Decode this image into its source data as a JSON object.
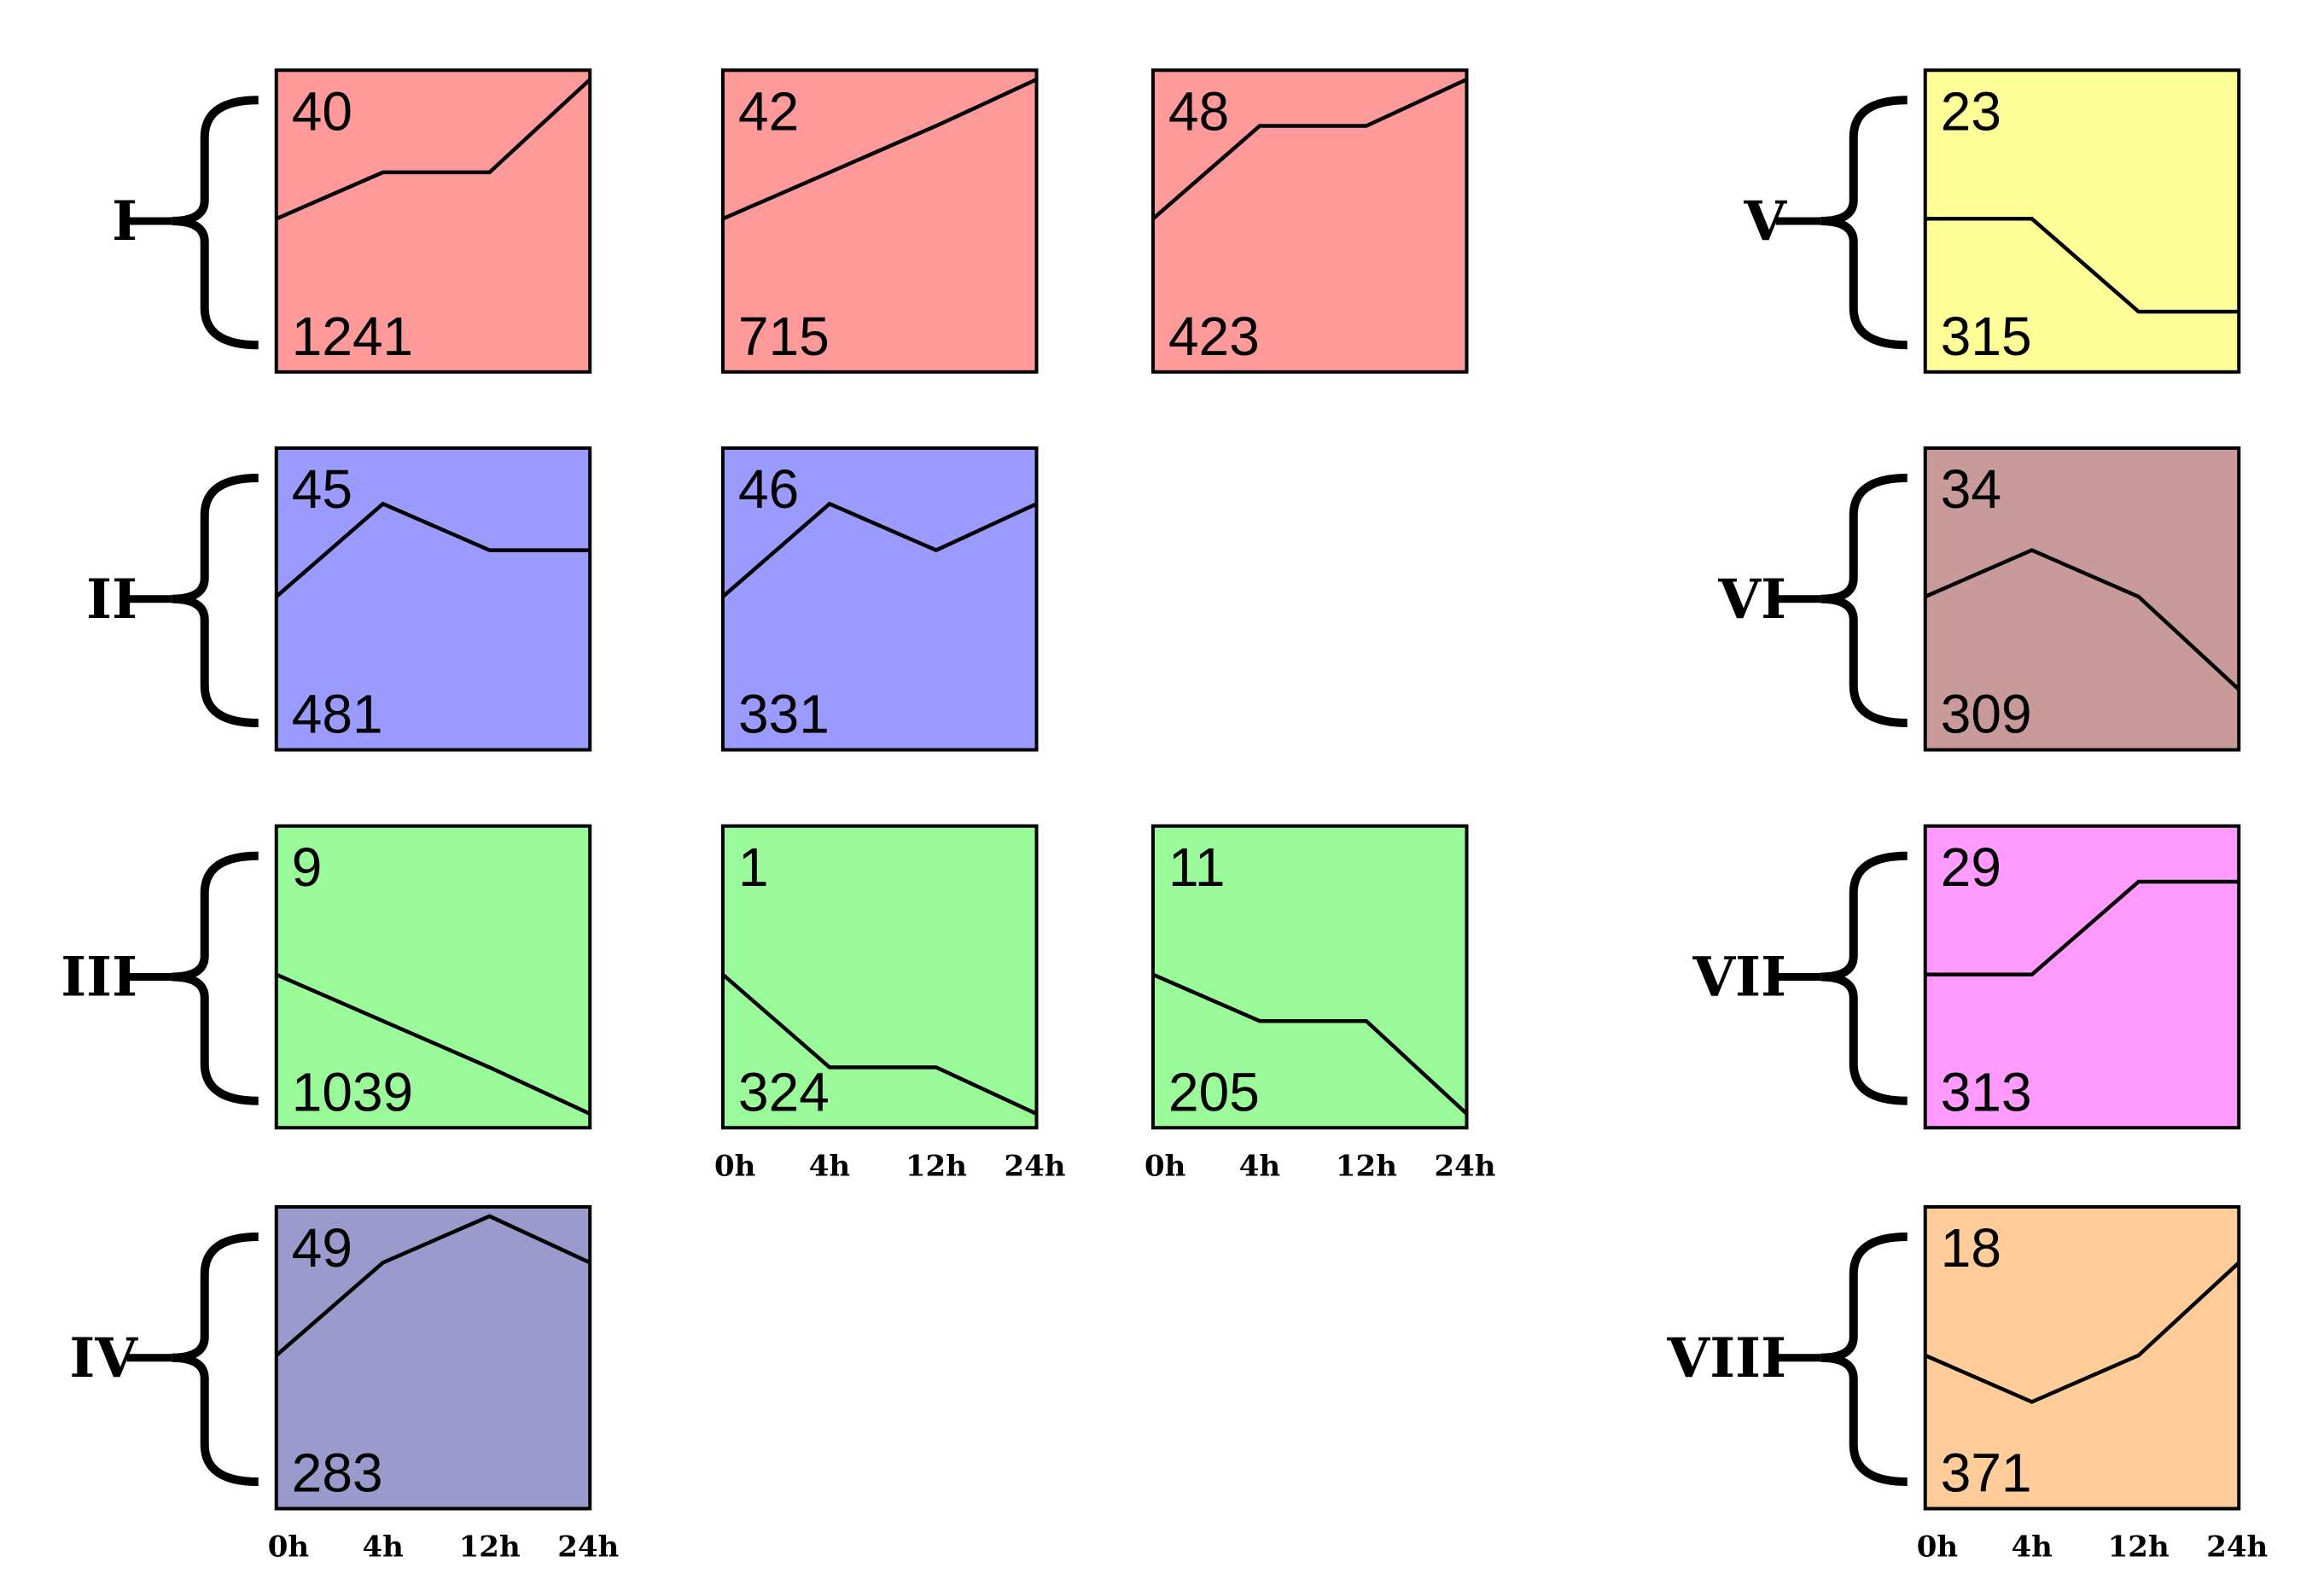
{
  "chart_data": {
    "type": "line",
    "x": [
      "0h",
      "4h",
      "12h",
      "24h"
    ],
    "groups": [
      {
        "label": "I",
        "color": "#ff9a9a",
        "panels": [
          {
            "profile": "40",
            "count": "1241",
            "values": [
              0,
              1,
              1,
              3
            ]
          },
          {
            "profile": "42",
            "count": "715",
            "values": [
              0,
              1,
              2,
              3
            ]
          },
          {
            "profile": "48",
            "count": "423",
            "values": [
              0,
              2,
              2,
              3
            ]
          }
        ]
      },
      {
        "label": "II",
        "color": "#9a9aff",
        "panels": [
          {
            "profile": "45",
            "count": "481",
            "values": [
              0,
              2,
              1,
              1
            ]
          },
          {
            "profile": "46",
            "count": "331",
            "values": [
              0,
              2,
              1,
              2
            ]
          }
        ]
      },
      {
        "label": "III",
        "color": "#9afa9a",
        "panels": [
          {
            "profile": "9",
            "count": "1039",
            "values": [
              0,
              -1,
              -2,
              -3
            ]
          },
          {
            "profile": "1",
            "count": "324",
            "values": [
              0,
              -2,
              -2,
              -3
            ]
          },
          {
            "profile": "11",
            "count": "205",
            "values": [
              0,
              -1,
              -1,
              -3
            ]
          }
        ]
      },
      {
        "label": "IV",
        "color": "#9a9acc",
        "panels": [
          {
            "profile": "49",
            "count": "283",
            "values": [
              0,
              2,
              3,
              2
            ]
          }
        ]
      },
      {
        "label": "V",
        "color": "#ffff9a",
        "panels": [
          {
            "profile": "23",
            "count": "315",
            "values": [
              0,
              0,
              -2,
              -2
            ]
          }
        ]
      },
      {
        "label": "VI",
        "color": "#c89a9a",
        "panels": [
          {
            "profile": "34",
            "count": "309",
            "values": [
              0,
              1,
              0,
              -2
            ]
          }
        ]
      },
      {
        "label": "VII",
        "color": "#ff9aff",
        "panels": [
          {
            "profile": "29",
            "count": "313",
            "values": [
              0,
              0,
              2,
              2
            ]
          }
        ]
      },
      {
        "label": "VIII",
        "color": "#ffcc9a",
        "panels": [
          {
            "profile": "18",
            "count": "371",
            "values": [
              0,
              -1,
              0,
              2
            ]
          }
        ]
      }
    ]
  }
}
